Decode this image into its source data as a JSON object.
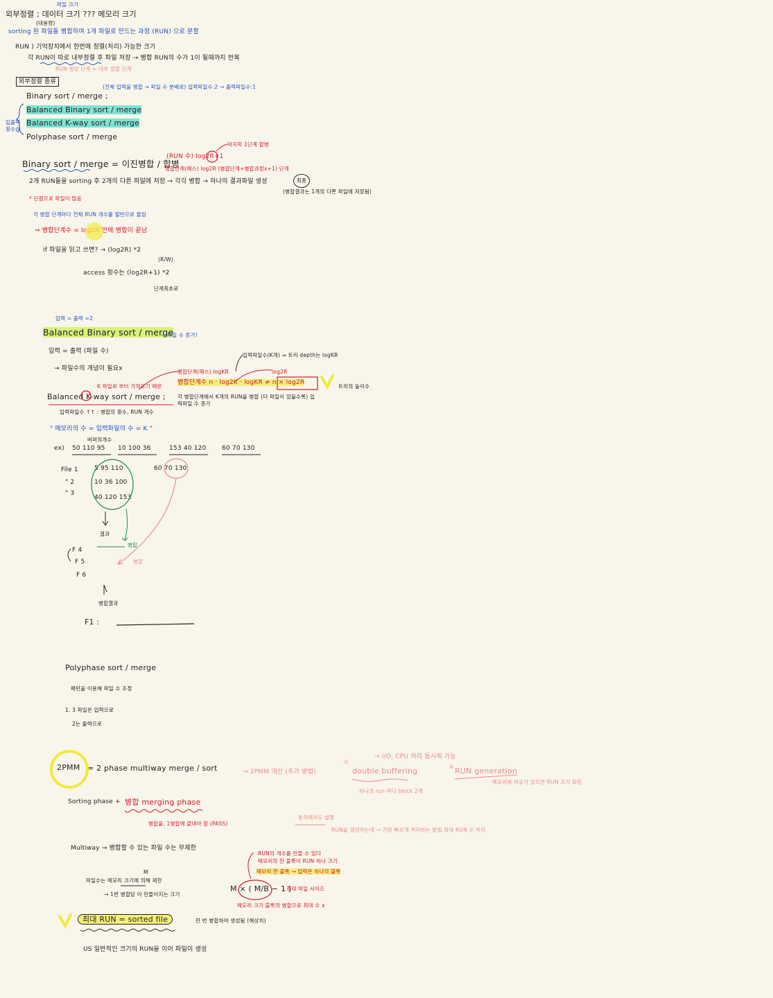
{
  "colors": {
    "paper": "#f8f5ea",
    "ink_black": "#222222",
    "ink_blue": "#1f4fc9",
    "ink_red": "#d4162a",
    "ink_pink": "#e98a8a",
    "ink_green": "#1d8a50",
    "highlight_yellow": "#f3f07a",
    "highlight_teal": "#7fe3d3"
  },
  "intro": {
    "small_above": "파일 크기",
    "line1": "외부정렬 ; 데이터 크기 ??? 메모리 크기",
    "line1_sub": "(대용량)",
    "line2": "sorting 된 파일들 병합하여 1개 파일로 만드는 과정 (RUN) 으로 분할",
    "line3": "RUN ) 기억장치에서 한번에 정렬(처리) 가능한 크기",
    "line4": "각 RUN이 따로 내부정렬 후 파일 저장 → 병합 RUN의 수가 1이 될때까지 반복",
    "line4_sub": "RUN 생성 단계 = 내부 정렬 단계"
  },
  "types": {
    "heading": "외부정렬 종류",
    "note": "(전체 입력을 병합 → 파일 수 분배로) 입력파일수:2 → 출력파일수:1",
    "item1": "Binary sort / merge ;",
    "item2": "Balanced Binary sort / merge",
    "item3": "Balanced K-way sort / merge",
    "item4": "Polyphase sort / merge",
    "side_note": "입출력 횟수@"
  },
  "binary": {
    "title": "Binary sort / merge = 이진병합 / 합병",
    "formula": "(RUN 수) log2R+1",
    "formula_note": "마지막 1단계 합병",
    "formula2": "병합단계(패스) log2R (병합단계+병합과정x+1) 단계",
    "line1": "2개 RUN들을 sorting 후 2개의 다른 파일에 저장 → 각각 병합 → 하나의 결과파일 생성",
    "circled": "최종",
    "note_right": "(병합결과는 1개의 다른 파일에 저장됨)",
    "star": "* 단점으로 파일이 많음",
    "blue_line": "각 병합 단계마다 전체 RUN 개수를 절반으로 줄임",
    "arrow_line": "⇒ 병합단계수 = log2R 만에 병합이 끝남",
    "if_line": "if 파일을 읽고 쓰면? → (log2R) *2",
    "rw": "(R/W)",
    "access_line": "access 횟수는 (log2R+1) *2",
    "access_sub": "단계최초로"
  },
  "balanced": {
    "top_note": "입력 = 출력 =2",
    "title": "Balanced Binary sort / merge",
    "title_note": "→ 파일 수 증가!",
    "line1": "입력 = 출력 (파일 수)",
    "line2": "→ 파일수의 개념이 필요x",
    "k_top_note": "입력파일수(K개) ⇒ 트리 depth는 logKR",
    "k_red1": "K 파일로 부터 가져오기 때문",
    "k_red2": "병합단계(패스) logKR",
    "k_red3": "log2R",
    "k_formula": "병합단계수 n · log2K · logKR ≠ n × log2R",
    "k_after": "트리의 높이수",
    "k_title": "Balanced K-way sort / merge ;",
    "k_desc": "각 병합단계에서 K개의 RUN을 병합 (더 파일이 있을수록) 입력파일 수 증가",
    "k_line2": "입력파일수 ↑↑ : 병합의 횟수, RUN 개수",
    "quote": "\" 메모리의 수 = 입력파일의 수 = K \"",
    "quote_sub": "버퍼의개수",
    "ex_label": "ex)",
    "ex_values": [
      "50 110 95",
      "10 100 36",
      "153 40 120",
      "60 70 130"
    ],
    "file_rows": [
      {
        "label": "File 1",
        "vals": "5 95 110"
      },
      {
        "label": "\" 2",
        "vals": "10 36 100"
      },
      {
        "label": "\" 3",
        "vals": "40 120 153"
      }
    ],
    "right_vals": "60 70 130",
    "arrow_label": "결과",
    "out_rows": [
      "F 4",
      "F 5",
      "F 6"
    ],
    "green_note": "병합",
    "pink_note": "병합",
    "merge_note": "병합결과",
    "final": "F1 :"
  },
  "polyphase": {
    "title": "Polyphase sort / merge",
    "line1": "패턴을 이용해 파일 수 조정",
    "line2": "1. 3 파일은 입력으로",
    "line3": "2는 출력으로"
  },
  "twopmm": {
    "circle": "2PMM",
    "title": "= 2 phase multiway merge / sort",
    "right_note": "→ 2PMM 개선 (추가 방법)",
    "db": "double buffering",
    "db_num": "①",
    "db_top": "→ I/O, CPU 처리 동시에 가능",
    "db_sub": "하나의 run 마다 block 2개",
    "rg": "RUN generation",
    "rg_num": "②",
    "rg_sub": "메모리에 여유가 있으면 RUN 크기 확장",
    "sorting": "Sorting phase +",
    "merging": "병합 merging phase",
    "merging_sub": "병합을, 1병합에 끝내야 함 (PASS)",
    "note_pink": "동작에서도 설명",
    "note_pink2": "RUN을 생성하는데 → 가장 빠르게 처리하는 방법 최대 RUN 수 처리",
    "multiway": "Multiway → 병합할 수 있는 파일 수는 무제한",
    "limit": "파일수는 메모리 크기에 의해 제한",
    "limit_m": "M",
    "limit2": "→ 1번 병합당 이 만들어지는 크기",
    "formula": "M × ( M/B − 1 )",
    "formula_note": "; 최대 파일 사이즈",
    "note_r1": "RUN의 개수를 만들 수 있다",
    "note_r2": "메모리의 한 블록이 RUN 하나 크기",
    "note_r3": "메모리 한 블록 → 입력은 하나의 블록",
    "note_r4": "메모리 크기 블록의 병합으로 최대 수 x",
    "final": "최대 RUN = sorted file",
    "final_note": "한 번 병합하여 생성됨 (예상치)",
    "last": "US 일반적인 크기의 RUN을 이어 파일이 생성"
  }
}
